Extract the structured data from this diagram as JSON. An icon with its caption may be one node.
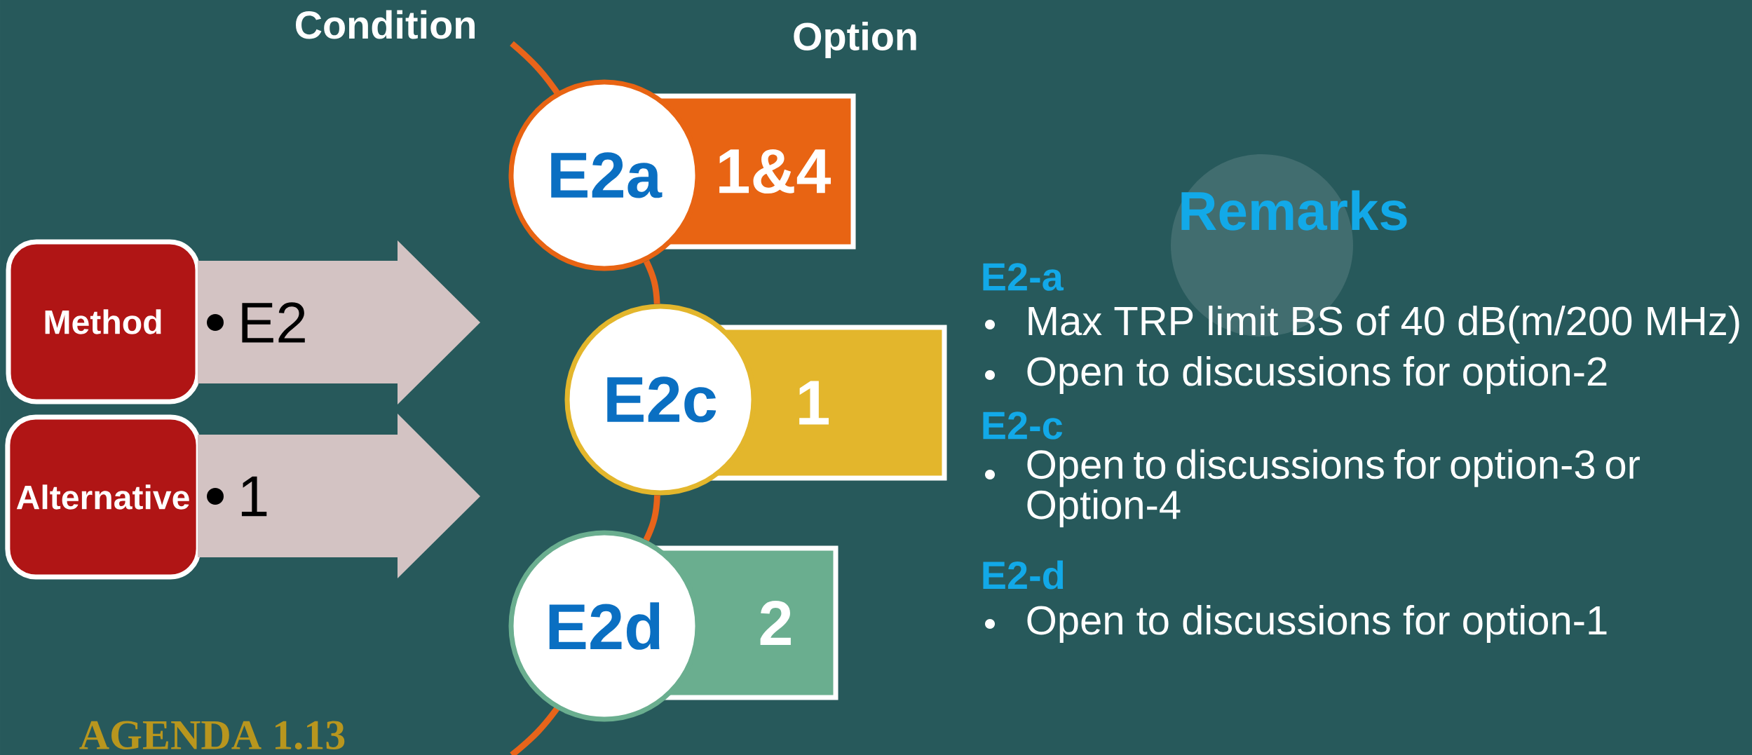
{
  "diagram": {
    "nodes": [
      {
        "text": [
          "Method"
        ]
      },
      {
        "text": [
          "E2"
        ]
      },
      {
        "text": [
          "Alternative"
        ]
      },
      {
        "text": [
          "1"
        ]
      },
      {
        "text": [
          "E2a"
        ]
      },
      {
        "text": [
          "1&4"
        ]
      },
      {
        "text": [
          "E2c"
        ]
      },
      {
        "text": [
          "1"
        ]
      },
      {
        "text": [
          "E2d"
        ]
      },
      {
        "text": [
          "2"
        ]
      }
    ],
    "edges": [
      {
        "from": 4,
        "to": 6,
        "arrow": "none"
      },
      {
        "from": 6,
        "to": 8,
        "arrow": "none"
      }
    ],
    "labels": [
      "Condition",
      "Option",
      "Remarks",
      "E2-a",
      "Max TRP limit BS of 40 dB(m/200 MHz)",
      "Open to discussions for option-2",
      "E2-c",
      "Open to discussions for option-3 or Option-4",
      "E2-d",
      "Open to discussions for option-1",
      "AGENDA 1.13"
    ]
  }
}
